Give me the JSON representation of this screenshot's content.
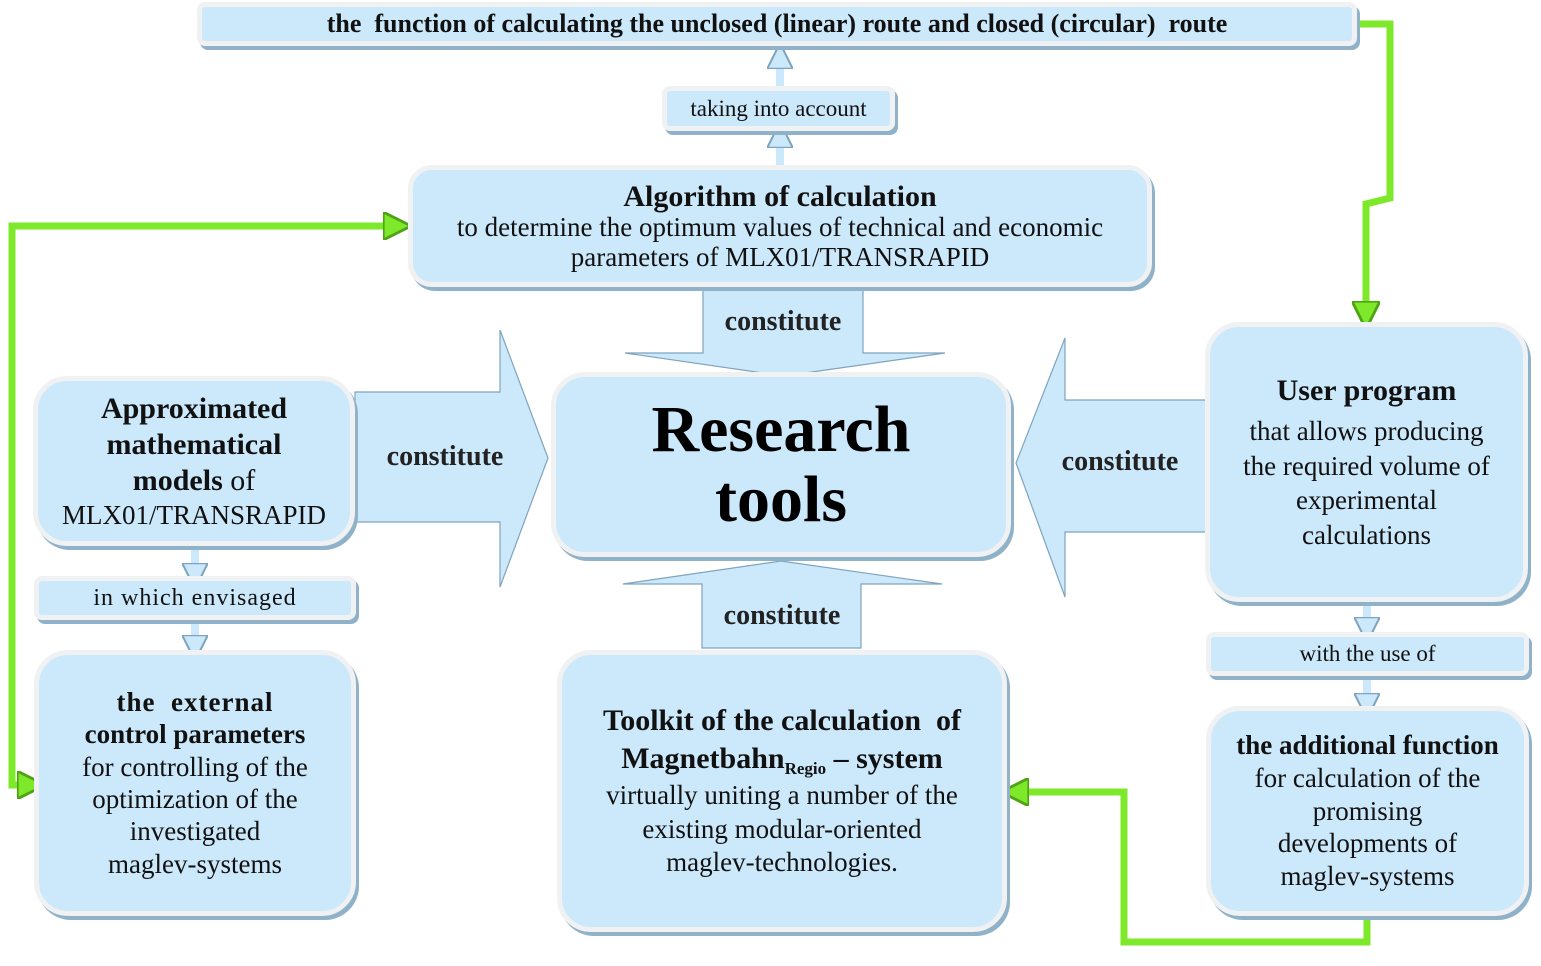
{
  "colors": {
    "node_fill": "#cce8fb",
    "node_border": "#eff1f2",
    "node_shadow": "#8fb2c9",
    "feedback_arrow": "#7ee82a",
    "feedback_arrow_dark": "#4ea314",
    "text": "#111111"
  },
  "nodes": {
    "route_function": {
      "text": "the  function of calculating the unclosed (linear) route and closed (circular)  route"
    },
    "taking_into_account": {
      "text": "taking into account"
    },
    "algorithm": {
      "title": "Algorithm of calculation",
      "line1": "to determine the optimum values of technical and economic",
      "line2": "parameters of MLX01/TRANSRAPID"
    },
    "research_tools": {
      "line1": "Research",
      "line2": "tools"
    },
    "approx_models": {
      "line1": "Approximated",
      "line2": "mathematical",
      "line3_bold": "models",
      "line3_rest": " of",
      "line4": "MLX01/TRANSRAPID"
    },
    "in_which_envisaged": {
      "text": "in which envisaged"
    },
    "external_params": {
      "title1": "the  external",
      "title2": "control parameters",
      "line1": "for controlling of the",
      "line2": "optimization of the",
      "line3": "investigated",
      "line4": "maglev-systems"
    },
    "toolkit": {
      "title1": "Toolkit of the calculation  of",
      "title2_main": "Magnetbahn",
      "title2_sub": "Regio",
      "title2_rest": " – system",
      "line1": "virtually uniting a number of the",
      "line2": "existing modular-oriented",
      "line3": "maglev-technologies."
    },
    "user_program": {
      "title": "User program",
      "line1": "that allows producing",
      "line2": "the required volume of",
      "line3": "experimental",
      "line4": "calculations"
    },
    "with_the_use_of": {
      "text": "with the use of"
    },
    "additional_function": {
      "title": "the additional function",
      "line1": "for calculation of the",
      "line2": "promising",
      "line3": "developments of",
      "line4": "maglev-systems"
    }
  },
  "edges": {
    "top_label": "constitute",
    "left_label": "constitute",
    "right_label": "constitute",
    "bottom_label": "constitute"
  }
}
